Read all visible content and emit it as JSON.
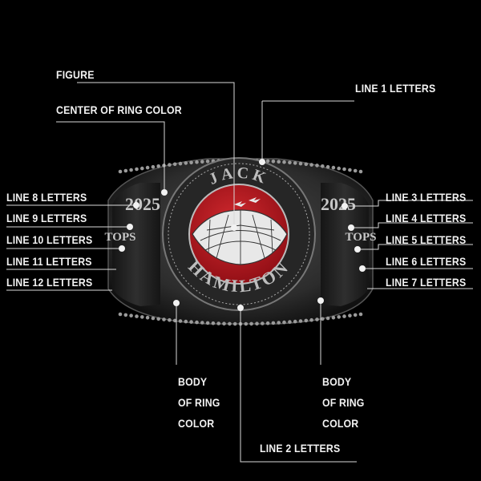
{
  "labels": {
    "figure": "FIGURE",
    "center_color": "CENTER OF RING COLOR",
    "line1": "LINE 1 LETTERS",
    "line2": "LINE 2 LETTERS",
    "line3": "LINE 3 LETTERS",
    "line4": "LINE 4 LETTERS",
    "line5": "LINE 5 LETTERS",
    "line6": "LINE 6 LETTERS",
    "line7": "LINE 7 LETTERS",
    "line8": "LINE 8 LETTERS",
    "line9": "LINE 9 LETTERS",
    "line10": "LINE 10 LETTERS",
    "line11": "LINE 11 LETTERS",
    "line12": "LINE 12 LETTERS",
    "body_left": [
      "BODY",
      "OF RING",
      "COLOR"
    ],
    "body_right": [
      "BODY",
      "OF RING",
      "COLOR"
    ]
  },
  "ring": {
    "top_name": "JACK",
    "bottom_name": "HAMILTON",
    "left_shank_year": "2025",
    "left_shank_top": "TOPS",
    "right_shank_year": "2025",
    "right_shank_top": "TOPS",
    "center_color": "#b5121b",
    "metal_color": "#3a3a3a"
  },
  "colors": {
    "background": "#000000",
    "leader": "#d9d9d9",
    "text": "#f2f2f2"
  }
}
